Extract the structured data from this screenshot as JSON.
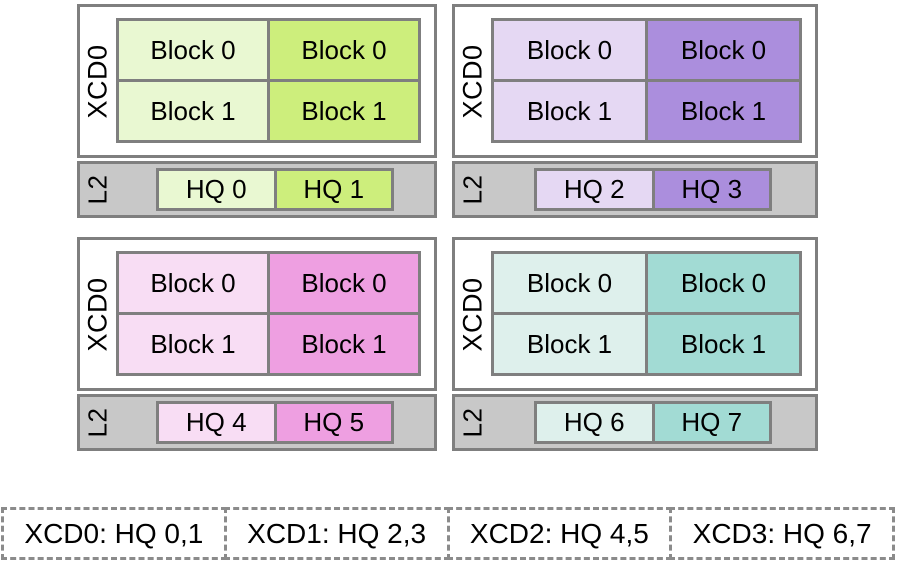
{
  "figure": {
    "xcd_units": [
      {
        "die_label": "XCD0",
        "cache_label": "L2",
        "colors": {
          "light": "#e9f8d2",
          "dark": "#cdee7c"
        },
        "blocks": [
          {
            "label": "Block 0"
          },
          {
            "label": "Block 0"
          },
          {
            "label": "Block 1"
          },
          {
            "label": "Block 1"
          }
        ],
        "hqs": [
          {
            "label": "HQ 0"
          },
          {
            "label": "HQ 1"
          }
        ]
      },
      {
        "die_label": "XCD0",
        "cache_label": "L2",
        "colors": {
          "light": "#e5d8f3",
          "dark": "#ab8edd"
        },
        "blocks": [
          {
            "label": "Block 0"
          },
          {
            "label": "Block 0"
          },
          {
            "label": "Block 1"
          },
          {
            "label": "Block 1"
          }
        ],
        "hqs": [
          {
            "label": "HQ 2"
          },
          {
            "label": "HQ 3"
          }
        ]
      },
      {
        "die_label": "XCD0",
        "cache_label": "L2",
        "colors": {
          "light": "#f8ddf4",
          "dark": "#ee9fe1"
        },
        "blocks": [
          {
            "label": "Block 0"
          },
          {
            "label": "Block 0"
          },
          {
            "label": "Block 1"
          },
          {
            "label": "Block 1"
          }
        ],
        "hqs": [
          {
            "label": "HQ 4"
          },
          {
            "label": "HQ 5"
          }
        ]
      },
      {
        "die_label": "XCD0",
        "cache_label": "L2",
        "colors": {
          "light": "#def0ec",
          "dark": "#a2dbd4"
        },
        "blocks": [
          {
            "label": "Block 0"
          },
          {
            "label": "Block 0"
          },
          {
            "label": "Block 1"
          },
          {
            "label": "Block 1"
          }
        ],
        "hqs": [
          {
            "label": "HQ 6"
          },
          {
            "label": "HQ 7"
          }
        ]
      }
    ],
    "legend_items": [
      {
        "label": "XCD0: HQ 0,1"
      },
      {
        "label": "XCD1: HQ 2,3"
      },
      {
        "label": "XCD2: HQ 4,5"
      },
      {
        "label": "XCD3: HQ 6,7"
      }
    ],
    "border_color": "#7f7f7f",
    "l2_fill_color": "#c8c8c8"
  }
}
